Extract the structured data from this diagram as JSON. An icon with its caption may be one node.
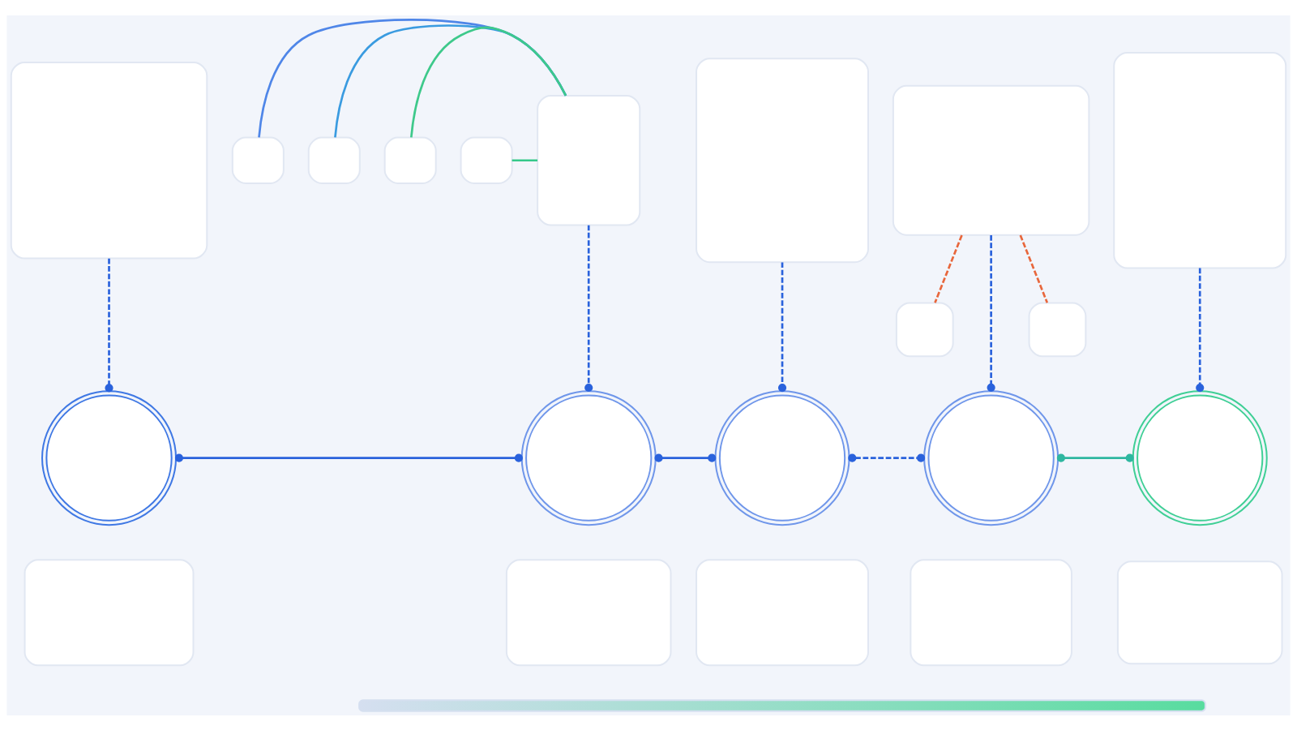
{
  "diagram": {
    "nodes": [
      {
        "text": [],
        "shape": "box"
      },
      {
        "text": [],
        "shape": "box"
      },
      {
        "text": [],
        "shape": "box"
      },
      {
        "text": [],
        "shape": "box"
      },
      {
        "text": [],
        "shape": "box"
      },
      {
        "text": [],
        "shape": "box"
      },
      {
        "text": [],
        "shape": "box"
      },
      {
        "text": [],
        "shape": "box"
      },
      {
        "text": [],
        "shape": "box"
      },
      {
        "text": [],
        "shape": "box"
      },
      {
        "text": [],
        "shape": "box"
      },
      {
        "text": [],
        "shape": "circle"
      },
      {
        "text": [],
        "shape": "circle"
      },
      {
        "text": [],
        "shape": "circle"
      },
      {
        "text": [],
        "shape": "circle"
      },
      {
        "text": [],
        "shape": "circle"
      },
      {
        "text": [],
        "shape": "box"
      },
      {
        "text": [],
        "shape": "box"
      },
      {
        "text": [],
        "shape": "box"
      },
      {
        "text": [],
        "shape": "box"
      },
      {
        "text": [],
        "shape": "box"
      },
      {
        "text": [],
        "shape": "bar"
      }
    ],
    "edges": [
      {
        "from": 1,
        "to": 5,
        "arrow": "none",
        "color": "#4f86e8"
      },
      {
        "from": 2,
        "to": 5,
        "arrow": "none",
        "color": "#3a9be0"
      },
      {
        "from": 3,
        "to": 5,
        "arrow": "none",
        "color": "#3ec98b"
      },
      {
        "from": 4,
        "to": 5,
        "arrow": "none",
        "color": "#35c98a"
      },
      {
        "from": 0,
        "to": 11,
        "arrow": "other",
        "style": "dashed"
      },
      {
        "from": 5,
        "to": 12,
        "arrow": "other",
        "style": "dashed"
      },
      {
        "from": 6,
        "to": 13,
        "arrow": "other",
        "style": "dashed"
      },
      {
        "from": 7,
        "to": 8,
        "arrow": "none",
        "style": "dashed",
        "color": "#e8673c"
      },
      {
        "from": 7,
        "to": 14,
        "arrow": "other",
        "style": "dashed"
      },
      {
        "from": 7,
        "to": 9,
        "arrow": "none",
        "style": "dashed",
        "color": "#e8673c"
      },
      {
        "from": 10,
        "to": 15,
        "arrow": "other",
        "style": "dashed"
      },
      {
        "from": 11,
        "to": 12,
        "arrow": "other"
      },
      {
        "from": 12,
        "to": 13,
        "arrow": "other"
      },
      {
        "from": 13,
        "to": 14,
        "arrow": "other",
        "style": "dashed"
      },
      {
        "from": 14,
        "to": 15,
        "arrow": "other",
        "color": "#2fb7a0"
      }
    ]
  }
}
